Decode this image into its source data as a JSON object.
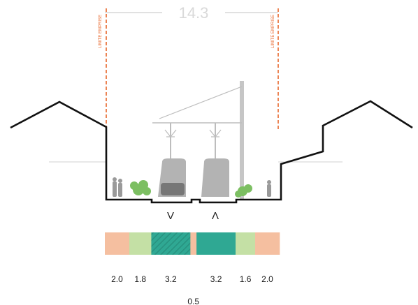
{
  "total_width": "14.3",
  "limit_left": "LIMITE EMPRISE",
  "limit_right": "LIMITE EMPRISE",
  "direction_left": "V",
  "direction_right": "Λ",
  "strips": [
    {
      "value": "2.0",
      "color": "#f5bfa0"
    },
    {
      "value": "1.8",
      "color": "#c4e0a5"
    },
    {
      "value": "3.2",
      "color": "#2fa893",
      "hatched": true
    },
    {
      "value": "0.5",
      "color": "#f5bfa0"
    },
    {
      "value": "3.2",
      "color": "#2fa893"
    },
    {
      "value": "1.6",
      "color": "#c4e0a5"
    },
    {
      "value": "2.0",
      "color": "#f5bfa0"
    }
  ],
  "colors": {
    "limit_line": "#e8662a",
    "sidewalk": "#f5bfa0",
    "greenery": "#c4e0a5",
    "tram_lane": "#2fa893",
    "tram": "#b3b3b3",
    "building_line": "#111111"
  }
}
